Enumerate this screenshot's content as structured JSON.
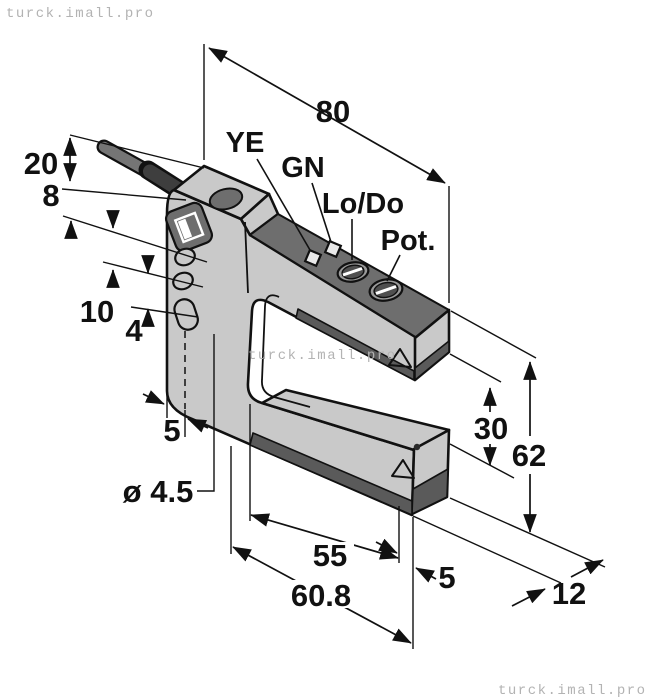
{
  "watermark": {
    "text": "turck.imall.pro"
  },
  "part_labels": {
    "yellow_led": "YE",
    "green_led": "GN",
    "light_dark_mode": "Lo/Do",
    "potentiometer": "Pot."
  },
  "dimensions": {
    "overall_length": "80",
    "cable_to_top": "20",
    "hole_pitch_top": "8",
    "hole_pitch_mid": "10",
    "hole_pitch_low": "4",
    "hole_to_edge": "5",
    "mounting_hole": "ø 4.5",
    "slot_depth": "55",
    "slot_depth_outer": "60.8",
    "beam_to_end": "5",
    "housing_width": "12",
    "slot_height": "30",
    "overall_height": "62"
  },
  "colors": {
    "bg": "#ffffff",
    "body_light": "#c9c9c9",
    "body_dark": "#6e6e6e",
    "band_dark": "#5a5a5a",
    "outline": "#111111",
    "watermark": "#b3b3b3",
    "cable": "#757575",
    "gland": "#3e3e3e",
    "knob": "#9a9a9a",
    "knob_inner": "#4f4f4f"
  }
}
